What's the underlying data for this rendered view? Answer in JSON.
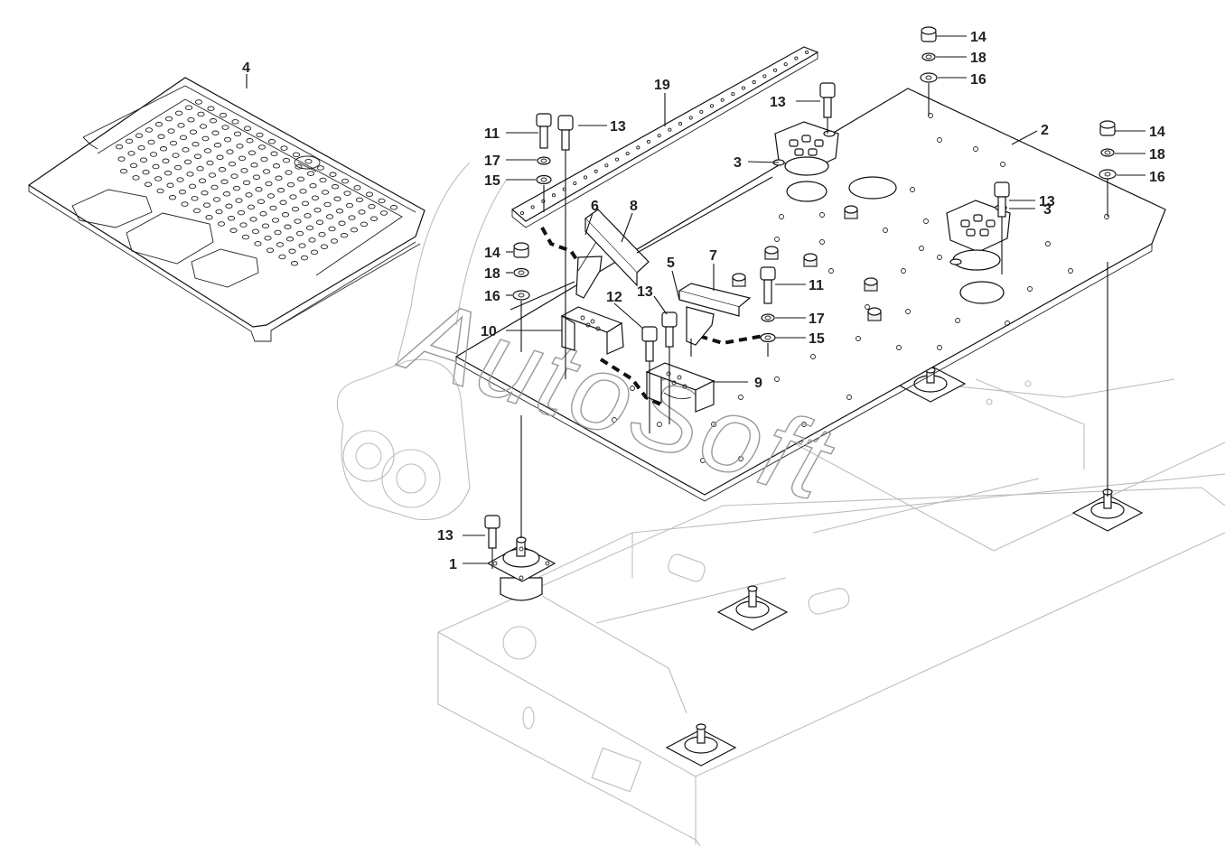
{
  "watermark": "AutoSoft",
  "callouts": [
    {
      "id": "c1",
      "label": "1"
    },
    {
      "id": "c2",
      "label": "2"
    },
    {
      "id": "c3a",
      "label": "3"
    },
    {
      "id": "c3b",
      "label": "3"
    },
    {
      "id": "c4",
      "label": "4"
    },
    {
      "id": "c5",
      "label": "5"
    },
    {
      "id": "c6",
      "label": "6"
    },
    {
      "id": "c7",
      "label": "7"
    },
    {
      "id": "c8",
      "label": "8"
    },
    {
      "id": "c9",
      "label": "9"
    },
    {
      "id": "c10",
      "label": "10"
    },
    {
      "id": "c11a",
      "label": "11"
    },
    {
      "id": "c11b",
      "label": "11"
    },
    {
      "id": "c12",
      "label": "12"
    },
    {
      "id": "c13a",
      "label": "13"
    },
    {
      "id": "c13b",
      "label": "13"
    },
    {
      "id": "c13c",
      "label": "13"
    },
    {
      "id": "c13d",
      "label": "13"
    },
    {
      "id": "c13e",
      "label": "13"
    },
    {
      "id": "c14a",
      "label": "14"
    },
    {
      "id": "c14b",
      "label": "14"
    },
    {
      "id": "c14c",
      "label": "14"
    },
    {
      "id": "c15a",
      "label": "15"
    },
    {
      "id": "c15b",
      "label": "15"
    },
    {
      "id": "c16a",
      "label": "16"
    },
    {
      "id": "c16b",
      "label": "16"
    },
    {
      "id": "c16c",
      "label": "16"
    },
    {
      "id": "c17a",
      "label": "17"
    },
    {
      "id": "c17b",
      "label": "17"
    },
    {
      "id": "c18a",
      "label": "18"
    },
    {
      "id": "c18b",
      "label": "18"
    },
    {
      "id": "c18c",
      "label": "18"
    },
    {
      "id": "c19",
      "label": "19"
    }
  ]
}
